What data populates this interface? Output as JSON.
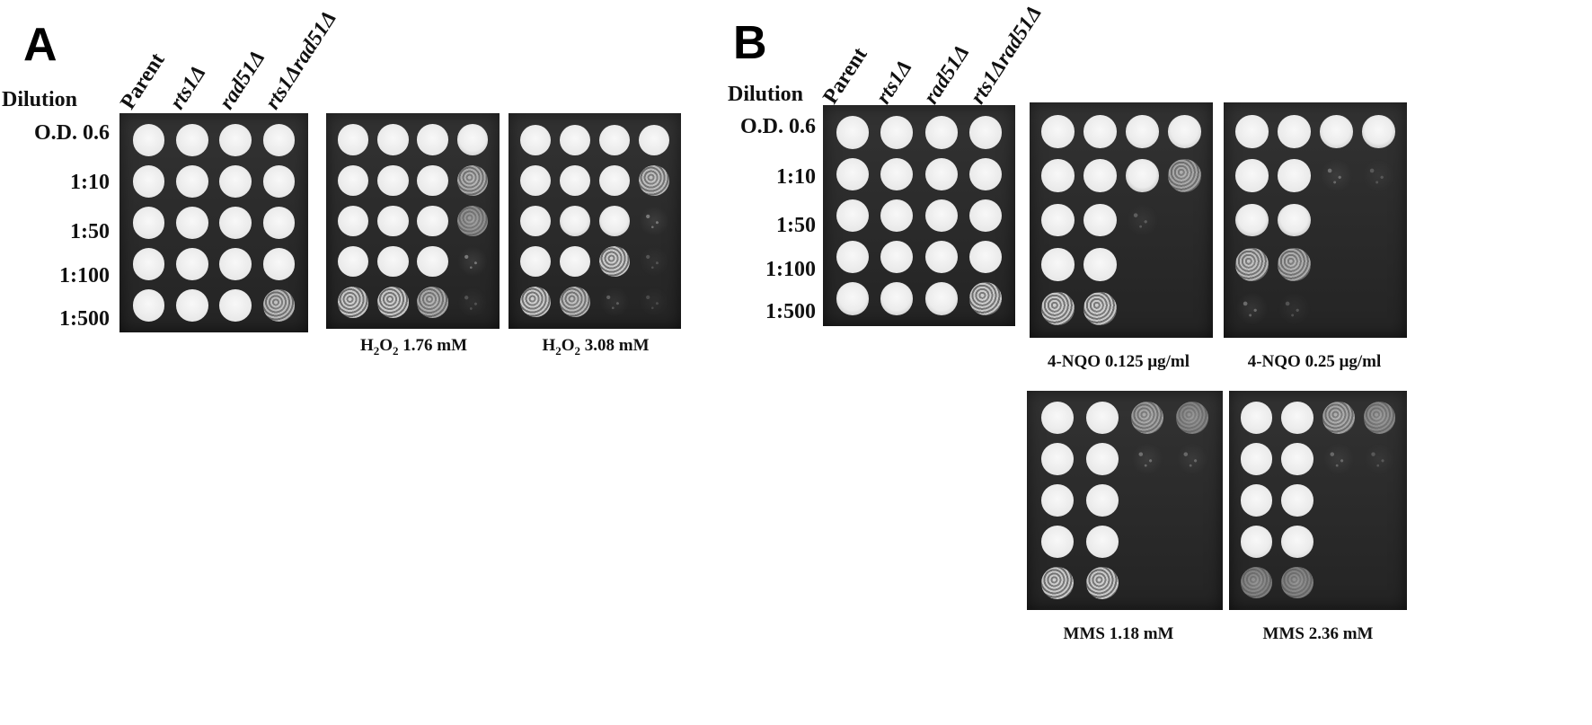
{
  "panels": {
    "a_letter": "A",
    "b_letter": "B"
  },
  "dilution_heading": "Dilution",
  "dilutions": [
    "O.D. 0.6",
    "1:10",
    "1:50",
    "1:100",
    "1:500"
  ],
  "strains": [
    "Parent",
    "rts1Δ",
    "rad51Δ",
    "rts1Δrad51Δ"
  ],
  "conditions": {
    "h2o2_low": {
      "prefix": "H",
      "sub": "2",
      "mid": "O",
      "sub2": "2",
      "rest": " 1.76 mM"
    },
    "h2o2_high": {
      "prefix": "H",
      "sub": "2",
      "mid": "O",
      "sub2": "2",
      "rest": "  3.08 mM"
    },
    "nqo_low": "4-NQO 0.125 μg/ml",
    "nqo_high": "4-NQO 0.25 μg/ml",
    "mms_low": "MMS 1.18 mM",
    "mms_high": "MMS 2.36 mM"
  },
  "growth_grids": {
    "a_control": [
      [
        1,
        1,
        1,
        1
      ],
      [
        1,
        1,
        1,
        1
      ],
      [
        1,
        1,
        1,
        1
      ],
      [
        1,
        1,
        1,
        1
      ],
      [
        1,
        1,
        1,
        0.7
      ]
    ],
    "a_h2o2_low": [
      [
        1,
        1,
        1,
        0.9
      ],
      [
        1,
        1,
        1,
        0.6
      ],
      [
        1,
        1,
        1,
        0.4
      ],
      [
        1,
        1,
        1,
        0.2
      ],
      [
        0.8,
        0.8,
        0.6,
        0.05
      ]
    ],
    "a_h2o2_high": [
      [
        1,
        1,
        1,
        1
      ],
      [
        1,
        1,
        1,
        0.7
      ],
      [
        1,
        0.9,
        0.9,
        0.2
      ],
      [
        1,
        1,
        0.8,
        0.05
      ],
      [
        0.8,
        0.7,
        0.1,
        0.02
      ]
    ],
    "b_control": [
      [
        1,
        1,
        1,
        1
      ],
      [
        1,
        1,
        1,
        1
      ],
      [
        1,
        1,
        1,
        1
      ],
      [
        1,
        1,
        1,
        1
      ],
      [
        0.9,
        0.9,
        0.9,
        0.8
      ]
    ],
    "b_nqo_low": [
      [
        1,
        1,
        0.95,
        0.9
      ],
      [
        1,
        1,
        0.85,
        0.55
      ],
      [
        1,
        1,
        0.08,
        0
      ],
      [
        1,
        1,
        0,
        0
      ],
      [
        0.8,
        0.8,
        0,
        0
      ]
    ],
    "b_nqo_high": [
      [
        1,
        1,
        0.9,
        0.85
      ],
      [
        1,
        1,
        0.15,
        0.05
      ],
      [
        0.85,
        0.85,
        0,
        0
      ],
      [
        0.7,
        0.6,
        0,
        0
      ],
      [
        0.15,
        0.05,
        0,
        0
      ]
    ],
    "b_mms_low": [
      [
        1,
        1,
        0.5,
        0.3
      ],
      [
        1,
        1,
        0.15,
        0.12
      ],
      [
        1,
        1,
        0,
        0
      ],
      [
        1,
        1,
        0,
        0
      ],
      [
        0.8,
        0.8,
        0,
        0
      ]
    ],
    "b_mms_high": [
      [
        1,
        1,
        0.55,
        0.35
      ],
      [
        1,
        1,
        0.12,
        0.05
      ],
      [
        1,
        1,
        0,
        0
      ],
      [
        0.95,
        0.95,
        0,
        0
      ],
      [
        0.3,
        0.3,
        0,
        0
      ]
    ]
  }
}
